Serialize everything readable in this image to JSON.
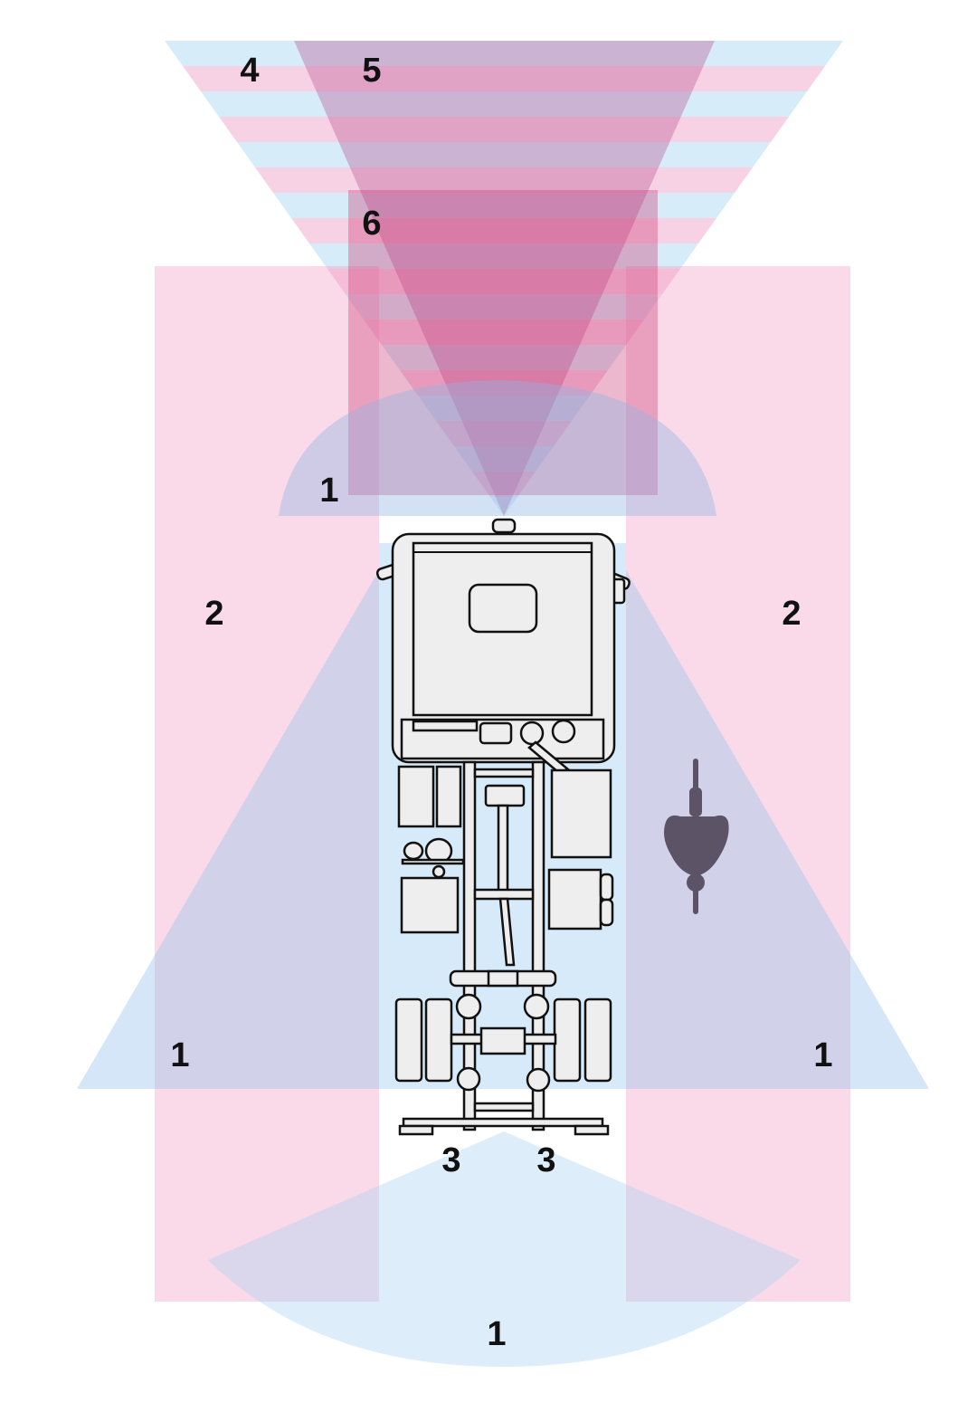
{
  "zones": {
    "zone_1_front": "1",
    "zone_1_left": "1",
    "zone_1_right": "1",
    "zone_1_rear": "1",
    "zone_2_left": "2",
    "zone_2_right": "2",
    "zone_3_left": "3",
    "zone_3_right": "3",
    "zone_4": "4",
    "zone_5": "5",
    "zone_6": "6"
  },
  "colors": {
    "blue_zone": "#d6eaf9",
    "pink_zone": "#f6cfe2",
    "zone_5_purple": "#c76fa5",
    "zone_6_magenta": "#c24f8a",
    "cyclist": "#5d5366"
  }
}
